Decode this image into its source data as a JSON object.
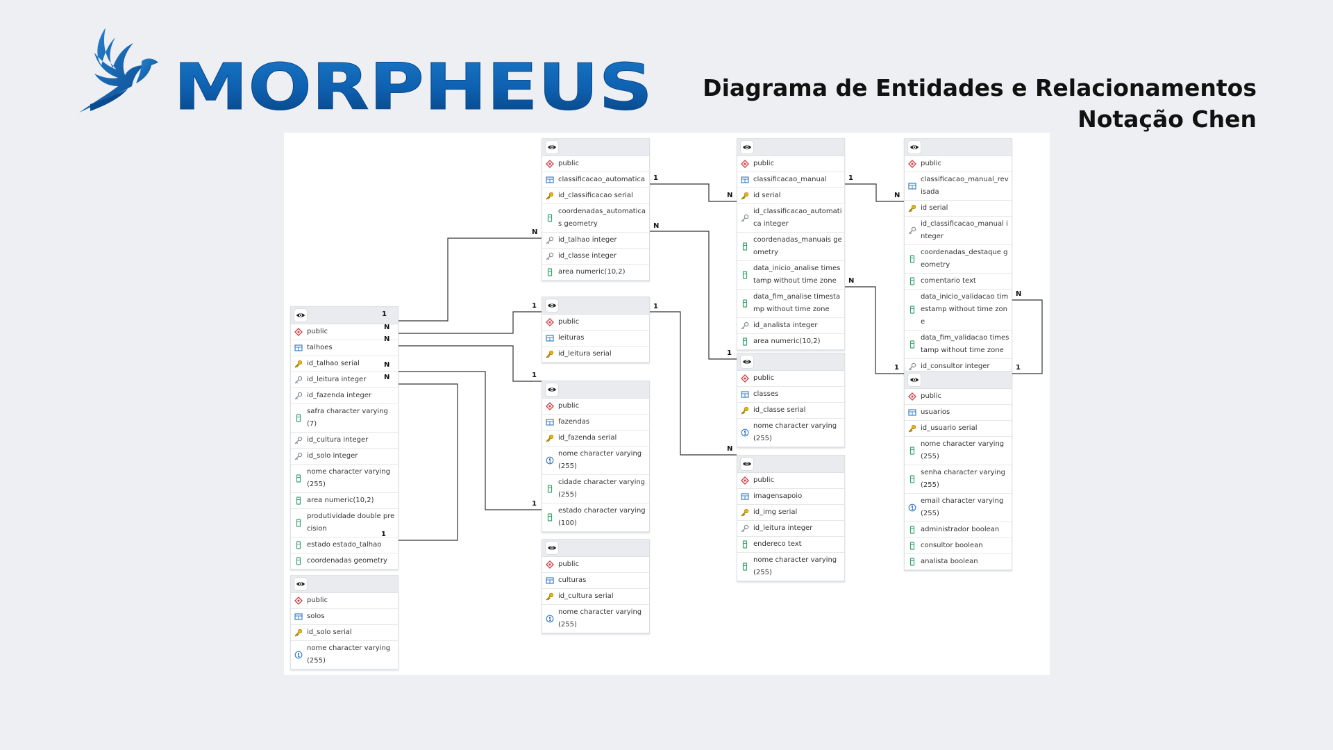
{
  "brand": {
    "name": "MORPHEUS"
  },
  "heading": {
    "line1": "Diagrama de Entidades e Relacionamentos",
    "line2": "Notação Chen"
  },
  "icon_names": {
    "view": "eye-icon",
    "schema": "schema-icon",
    "table": "table-icon",
    "primary_key": "key-icon",
    "foreign_key": "foreign-key-icon",
    "column": "column-icon",
    "unique": "unique-icon"
  },
  "colors": {
    "brand_blue": "#0d5fae",
    "brand_dark": "#083f7a",
    "line": "#333333"
  },
  "tables": [
    {
      "id": "talhoes",
      "schema": "public",
      "name": "talhoes",
      "columns": [
        {
          "text": "id_talhao serial",
          "icon": "pk"
        },
        {
          "text": "id_leitura integer",
          "icon": "fk"
        },
        {
          "text": "id_fazenda integer",
          "icon": "fk"
        },
        {
          "text": "safra character varying(7)",
          "icon": "col"
        },
        {
          "text": "id_cultura integer",
          "icon": "fk"
        },
        {
          "text": "id_solo integer",
          "icon": "fk"
        },
        {
          "text": "nome character varying(255)",
          "icon": "col"
        },
        {
          "text": "area numeric(10,2)",
          "icon": "col"
        },
        {
          "text": "produtividade double precision",
          "icon": "col"
        },
        {
          "text": "estado estado_talhao",
          "icon": "col"
        },
        {
          "text": "coordenadas geometry",
          "icon": "col"
        }
      ]
    },
    {
      "id": "solos",
      "schema": "public",
      "name": "solos",
      "columns": [
        {
          "text": "id_solo serial",
          "icon": "pk"
        },
        {
          "text": "nome character varying(255)",
          "icon": "uq"
        }
      ]
    },
    {
      "id": "classificacao_automatica",
      "schema": "public",
      "name": "classificacao_automatica",
      "columns": [
        {
          "text": "id_classificacao serial",
          "icon": "pk"
        },
        {
          "text": "coordenadas_automaticas geometry",
          "icon": "col"
        },
        {
          "text": "id_talhao integer",
          "icon": "fk"
        },
        {
          "text": "id_classe integer",
          "icon": "fk"
        },
        {
          "text": "area numeric(10,2)",
          "icon": "col"
        }
      ]
    },
    {
      "id": "leituras",
      "schema": "public",
      "name": "leituras",
      "columns": [
        {
          "text": "id_leitura serial",
          "icon": "pk"
        }
      ]
    },
    {
      "id": "fazendas",
      "schema": "public",
      "name": "fazendas",
      "columns": [
        {
          "text": "id_fazenda serial",
          "icon": "pk"
        },
        {
          "text": "nome character varying(255)",
          "icon": "uq"
        },
        {
          "text": "cidade character varying(255)",
          "icon": "col"
        },
        {
          "text": "estado character varying(100)",
          "icon": "col"
        }
      ]
    },
    {
      "id": "culturas",
      "schema": "public",
      "name": "culturas",
      "columns": [
        {
          "text": "id_cultura serial",
          "icon": "pk"
        },
        {
          "text": "nome character varying(255)",
          "icon": "uq"
        }
      ]
    },
    {
      "id": "classificacao_manual",
      "schema": "public",
      "name": "classificacao_manual",
      "columns": [
        {
          "text": "id serial",
          "icon": "pk"
        },
        {
          "text": "id_classificacao_automatica integer",
          "icon": "fk"
        },
        {
          "text": "coordenadas_manuais geometry",
          "icon": "col"
        },
        {
          "text": "data_inicio_analise timestamp without time zone",
          "icon": "col"
        },
        {
          "text": "data_fim_analise timestamp without time zone",
          "icon": "col"
        },
        {
          "text": "id_analista integer",
          "icon": "fk"
        },
        {
          "text": "area numeric(10,2)",
          "icon": "col"
        }
      ]
    },
    {
      "id": "classes",
      "schema": "public",
      "name": "classes",
      "columns": [
        {
          "text": "id_classe serial",
          "icon": "pk"
        },
        {
          "text": "nome character varying(255)",
          "icon": "uq"
        }
      ]
    },
    {
      "id": "imagensapoio",
      "schema": "public",
      "name": "imagensapoio",
      "columns": [
        {
          "text": "id_img serial",
          "icon": "pk"
        },
        {
          "text": "id_leitura integer",
          "icon": "fk"
        },
        {
          "text": "endereco text",
          "icon": "col"
        },
        {
          "text": "nome character varying(255)",
          "icon": "col"
        }
      ]
    },
    {
      "id": "classificacao_manual_revisada",
      "schema": "public",
      "name": "classificacao_manual_revisada",
      "columns": [
        {
          "text": "id serial",
          "icon": "pk"
        },
        {
          "text": "id_classificacao_manual integer",
          "icon": "fk"
        },
        {
          "text": "coordenadas_destaque geometry",
          "icon": "col"
        },
        {
          "text": "comentario text",
          "icon": "col"
        },
        {
          "text": "data_inicio_validacao timestamp without time zone",
          "icon": "col"
        },
        {
          "text": "data_fim_validacao timestamp without time zone",
          "icon": "col"
        },
        {
          "text": "id_consultor integer",
          "icon": "fk"
        }
      ]
    },
    {
      "id": "usuarios",
      "schema": "public",
      "name": "usuarios",
      "columns": [
        {
          "text": "id_usuario serial",
          "icon": "pk"
        },
        {
          "text": "nome character varying(255)",
          "icon": "col"
        },
        {
          "text": "senha character varying(255)",
          "icon": "col"
        },
        {
          "text": "email character varying(255)",
          "icon": "uq"
        },
        {
          "text": "administrador boolean",
          "icon": "col"
        },
        {
          "text": "consultor boolean",
          "icon": "col"
        },
        {
          "text": "analista boolean",
          "icon": "col"
        }
      ]
    }
  ],
  "relationships": [
    {
      "id": "talhoes-classificacao",
      "from_label": "1",
      "to_label": "N"
    },
    {
      "id": "leituras-talhoes",
      "from_label": "1",
      "to_label": "N"
    },
    {
      "id": "fazendas-talhoes",
      "from_label": "1",
      "to_label": "N"
    },
    {
      "id": "culturas-talhoes",
      "from_label": "1",
      "to_label": "N"
    },
    {
      "id": "solos-talhoes",
      "from_label": "1",
      "to_label": "N"
    },
    {
      "id": "classificacao-manual",
      "from_label": "1",
      "to_label": "N"
    },
    {
      "id": "classes-classificacao",
      "from_label": "1",
      "to_label": "N"
    },
    {
      "id": "leituras-imagensapoio",
      "from_label": "1",
      "to_label": "N"
    },
    {
      "id": "manual-revisada",
      "from_label": "1",
      "to_label": "N"
    },
    {
      "id": "usuarios-manual",
      "from_label": "1",
      "to_label": "N"
    },
    {
      "id": "usuarios-revisada",
      "from_label": "1",
      "to_label": "N"
    }
  ]
}
